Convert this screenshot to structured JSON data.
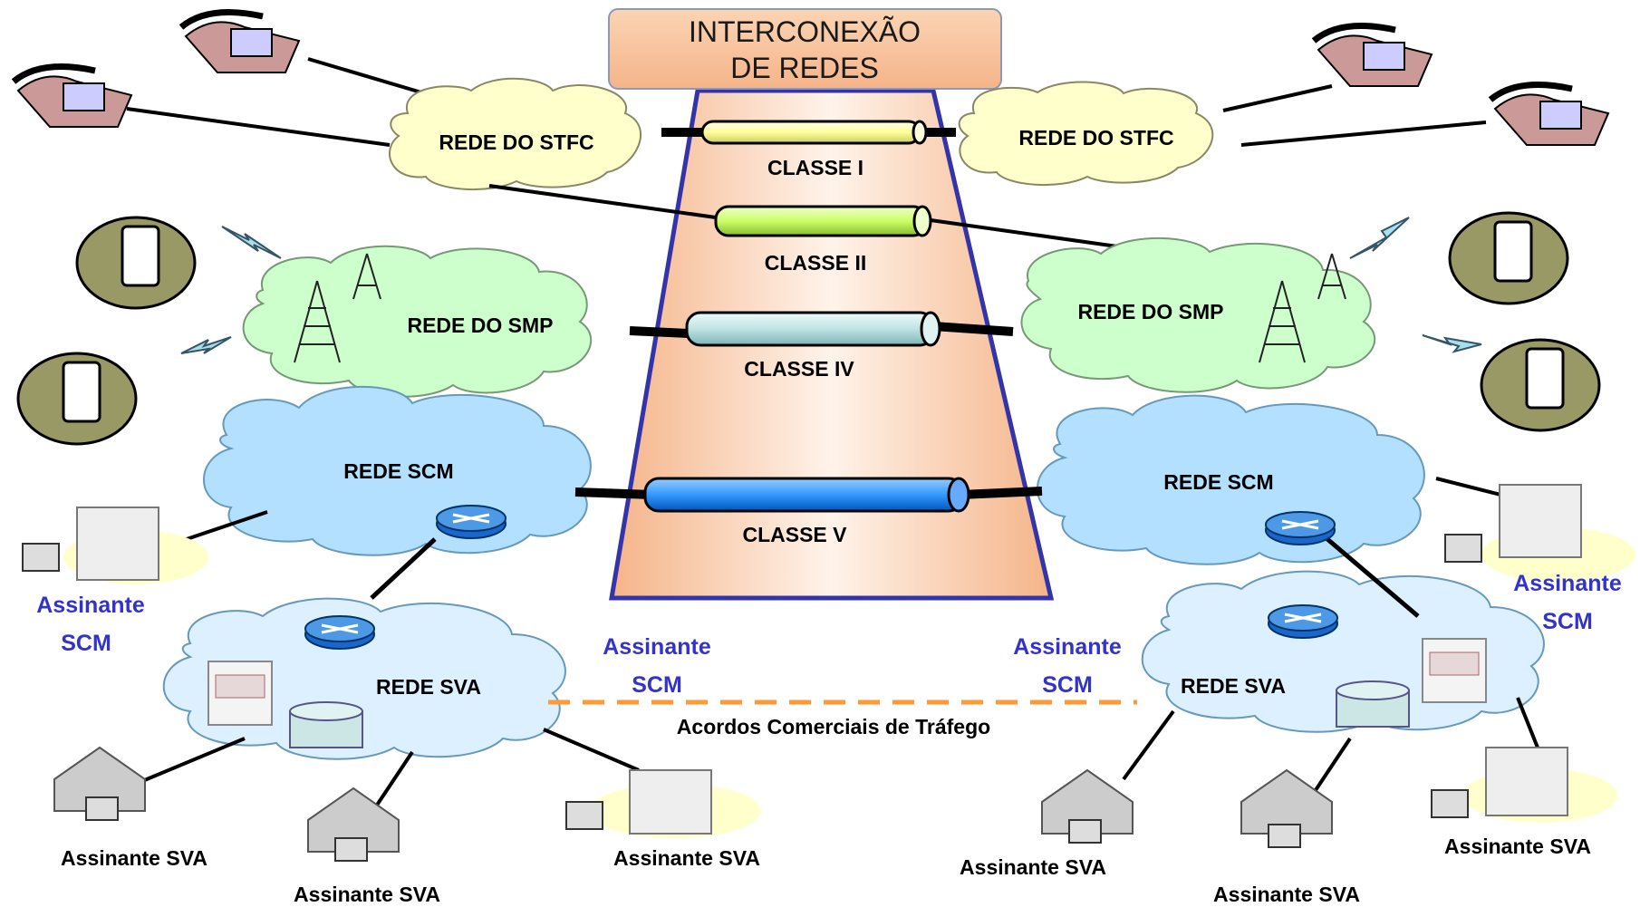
{
  "title": {
    "line1": "INTERCONEXÃO",
    "line2": "DE REDES"
  },
  "networks": {
    "stfc_left": "REDE  DO STFC",
    "stfc_right": "REDE  DO STFC",
    "smp_left": "REDE  DO SMP",
    "smp_right": "REDE  DO SMP",
    "scm_left": "REDE  SCM",
    "scm_right": "REDE  SCM",
    "sva_left": "REDE   SVA",
    "sva_right": "REDE   SVA"
  },
  "classes": {
    "c1": "CLASSE  I",
    "c2": "CLASSE  II",
    "c4": "CLASSE  IV",
    "c5": "CLASSE  V"
  },
  "subscribers": {
    "scm_left": {
      "line1": "Assinante",
      "line2": "SCM"
    },
    "scm_right": {
      "line1": "Assinante",
      "line2": "SCM"
    },
    "scm_center_left": {
      "line1": "Assinante",
      "line2": "SCM"
    },
    "scm_center_right": {
      "line1": "Assinante",
      "line2": "SCM"
    },
    "sva_l1": "Assinante SVA",
    "sva_l2": "Assinante  SVA",
    "sva_l3": "Assinante  SVA",
    "sva_r1": "Assinante  SVA",
    "sva_r2": "Assinante  SVA",
    "sva_r3": "Assinante  SVA"
  },
  "agreement": "Acordos Comerciais de Tráfego",
  "colors": {
    "stfc": "#ffffcc",
    "smp": "#ccffcc",
    "scm": "#b3e0ff",
    "sva": "#ddf0ff",
    "funnel_edge": "#3333aa",
    "funnel_fill_top": "#f7b98a",
    "subscriber_text": "#3333cc",
    "dashed_line": "#ff9933"
  }
}
